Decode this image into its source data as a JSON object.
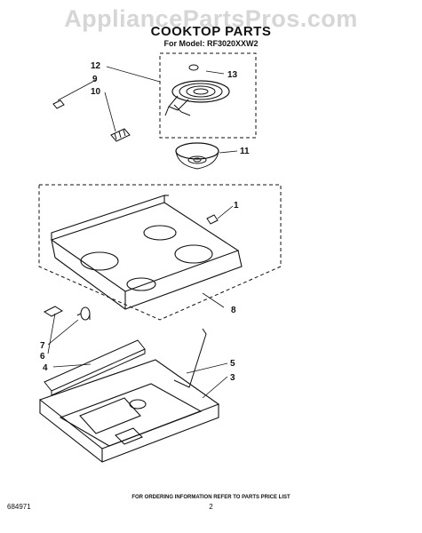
{
  "watermark": "AppliancePartsPros.com",
  "title": "COOKTOP PARTS",
  "model_line": "For Model: RF3020XXW2",
  "callouts": {
    "c1": "1",
    "c3": "3",
    "c4": "4",
    "c5": "5",
    "c6": "6",
    "c7": "7",
    "c8": "8",
    "c9": "9",
    "c10": "10",
    "c11": "11",
    "c12": "12",
    "c13": "13"
  },
  "footer_note": "FOR ORDERING INFORMATION REFER TO PARTS PRICE LIST",
  "doc_number": "684971",
  "page_number": "2"
}
